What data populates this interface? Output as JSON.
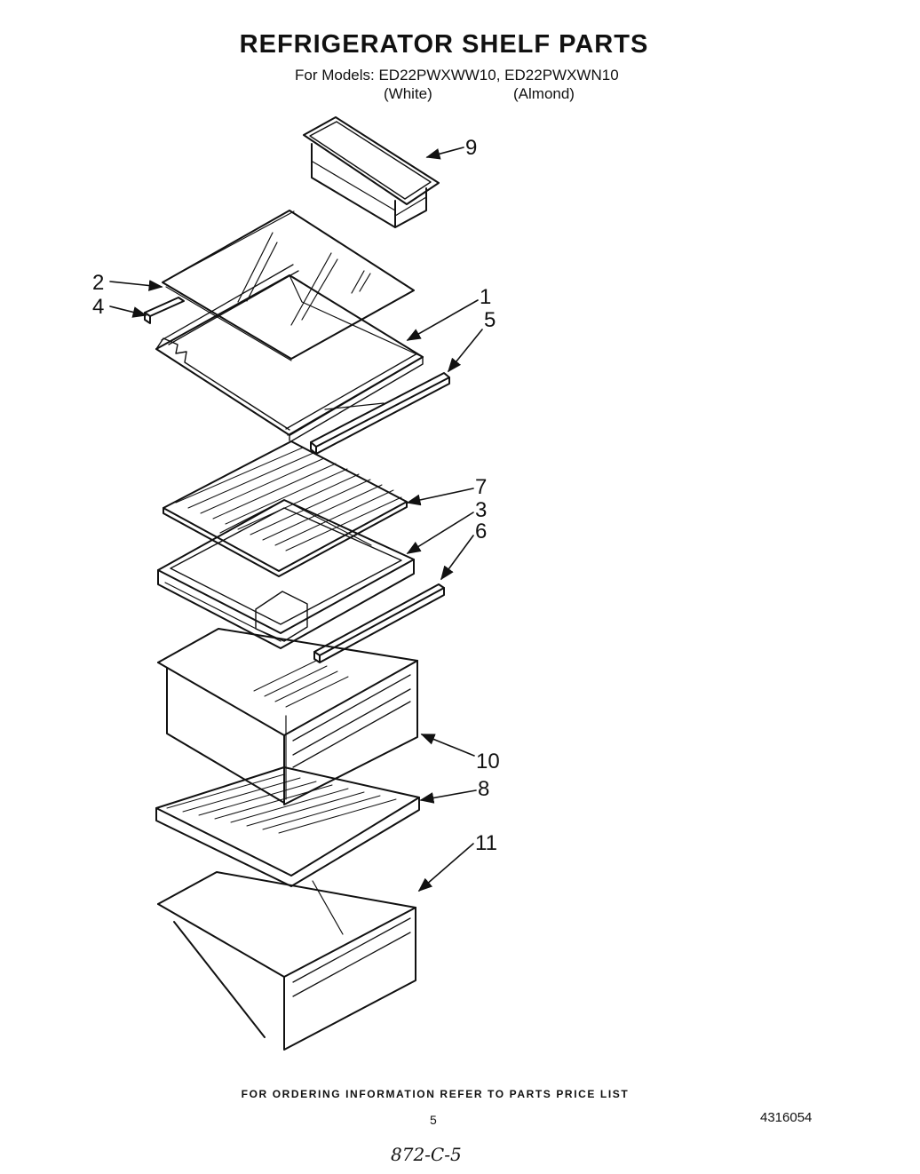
{
  "header": {
    "title": "REFRIGERATOR SHELF PARTS",
    "models_line": "For Models: ED22PWXWW10, ED22PWXWN10",
    "variant_white": "(White)",
    "variant_almond": "(Almond)"
  },
  "callouts": [
    "9",
    "2",
    "4",
    "1",
    "5",
    "7",
    "3",
    "6",
    "10",
    "8",
    "11"
  ],
  "footer": {
    "ordering_note": "FOR ORDERING INFORMATION REFER TO PARTS PRICE LIST",
    "page_number": "5",
    "document_number": "4316054",
    "handwritten_note": "872-C-5"
  }
}
